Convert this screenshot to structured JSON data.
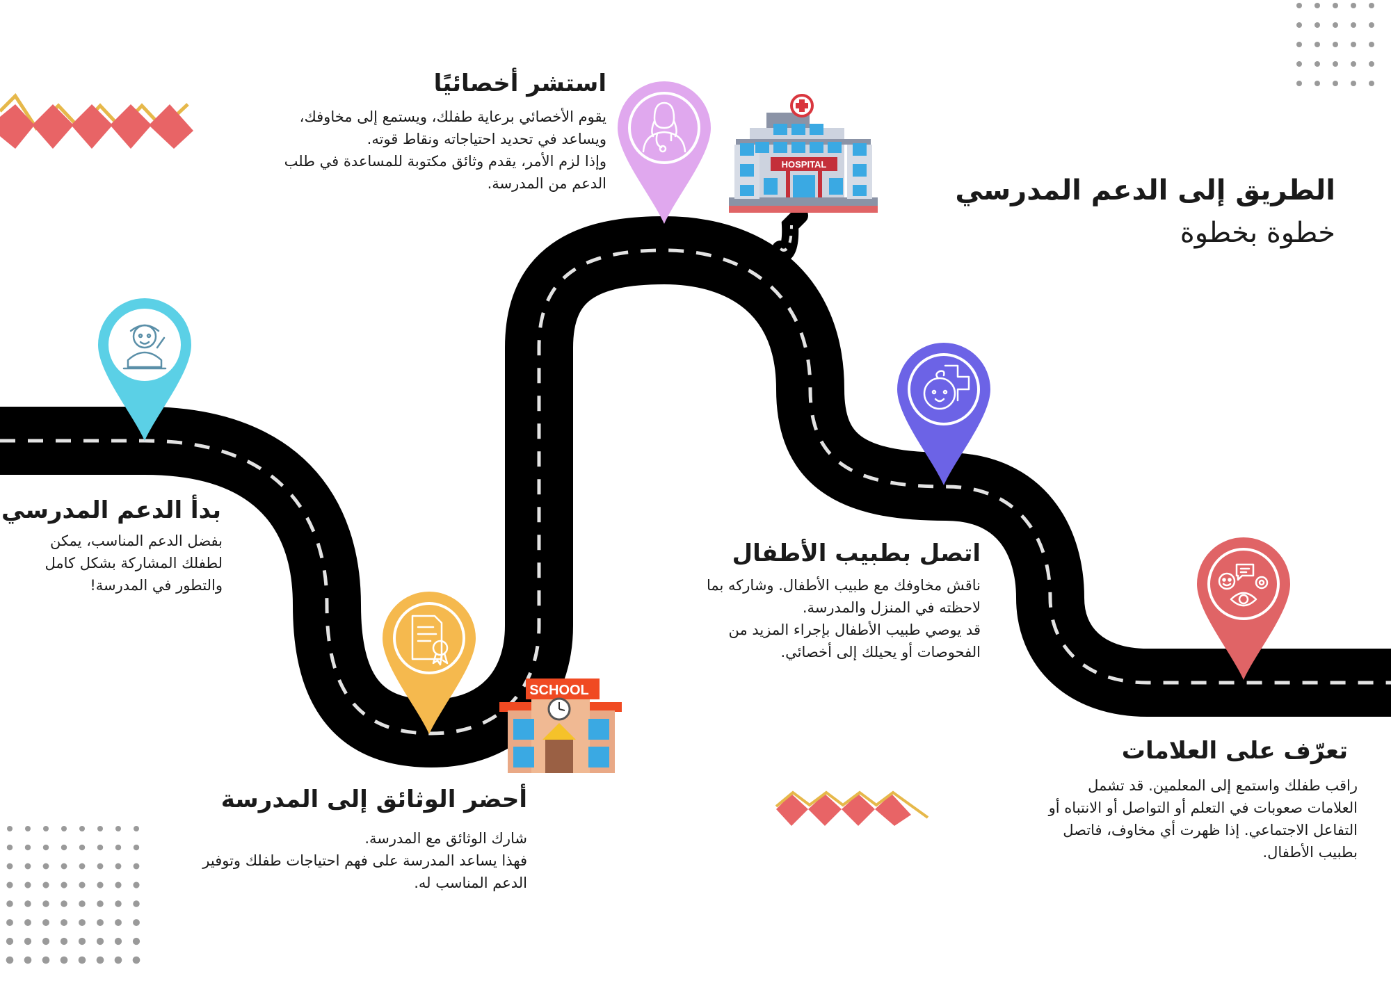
{
  "title": {
    "line1": "الطريق  إلى الدعم المدرسي",
    "line2": "خطوة بخطوة"
  },
  "steps": [
    {
      "heading": "بدأ الدعم المدرسي!",
      "body": "بفضل الدعم المناسب، يمكن\nلطفلك المشاركة بشكل كامل\nوالتطور في المدرسة!",
      "pin_color": "#5bd0e6",
      "icon": "child-icon"
    },
    {
      "heading": "أحضر الوثائق إلى المدرسة",
      "body": "شارك الوثائق مع المدرسة.\nفهذا يساعد المدرسة على فهم احتياجات طفلك وتوفير\nالدعم المناسب له.",
      "pin_color": "#f5b94e",
      "icon": "document-certificate-icon"
    },
    {
      "heading": "استشر أخصائيًا",
      "body": "يقوم الأخصائي برعاية طفلك، ويستمع إلى مخاوفك،\nويساعد في تحديد احتياجاته ونقاط قوته.\nوإذا لزم الأمر، يقدم وثائق مكتوبة للمساعدة في طلب\nالدعم من المدرسة.",
      "pin_color": "#e0a8ee",
      "icon": "doctor-icon"
    },
    {
      "heading": "اتصل بطبيب الأطفال",
      "body": "ناقش مخاوفك مع طبيب الأطفال. وشاركه بما\nلاحظته في المنزل والمدرسة.\nقد يوصي طبيب الأطفال بإجراء المزيد من\nالفحوصات أو يحيلك إلى أخصائي.",
      "pin_color": "#6c63e6",
      "icon": "baby-medical-icon"
    },
    {
      "heading": "تعرّف على العلامات",
      "body": "راقب طفلك واستمع إلى المعلمين. قد تشمل\nالعلامات صعوبات في التعلم أو التواصل أو الانتباه أو\nالتفاعل الاجتماعي. إذا ظهرت أي مخاوف، فاتصل\nبطبيب الأطفال.",
      "pin_color": "#e06466",
      "icon": "eye-signs-icon"
    }
  ],
  "buildings": {
    "hospital_sign": "HOSPITAL",
    "school_sign": "SCHOOL"
  },
  "colors": {
    "road": "#000000",
    "road_dash": "#e3e3e3",
    "zigzag_red": "#e86466",
    "zigzag_gold": "#e6b84a",
    "dots": "#9a9a9a"
  }
}
